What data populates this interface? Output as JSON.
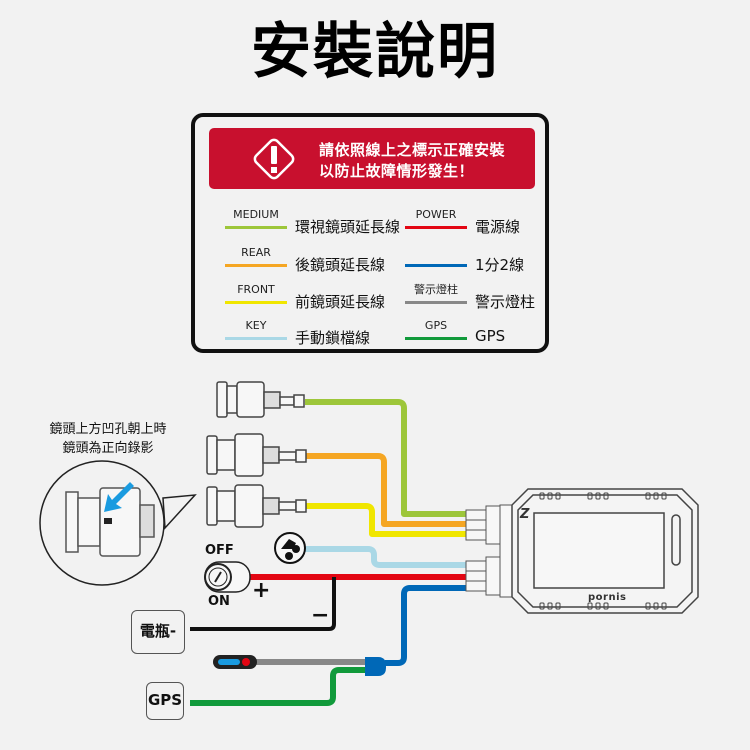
{
  "title": "安裝說明",
  "warning": {
    "icon": "warning-diamond-icon",
    "line1": "請依照線上之標示正確安裝",
    "line2": "以防止故障情形發生！",
    "color": "#c8102e"
  },
  "legend": [
    {
      "tag": "MEDIUM",
      "desc": "環視鏡頭延長線",
      "color": "#9dc63a"
    },
    {
      "tag": "POWER",
      "desc": "電源線",
      "color": "#e30613"
    },
    {
      "tag": "REAR",
      "desc": "後鏡頭延長線",
      "color": "#f5a623"
    },
    {
      "tag": "",
      "desc": "1分2線",
      "color": "#0068b7"
    },
    {
      "tag": "FRONT",
      "desc": "前鏡頭延長線",
      "color": "#f0e600"
    },
    {
      "tag": "警示燈柱",
      "desc": "警示燈柱",
      "color": "#888888"
    },
    {
      "tag": "KEY",
      "desc": "手動鎖檔線",
      "color": "#aad8e6"
    },
    {
      "tag": "GPS",
      "desc": "GPS",
      "color": "#119a3b"
    }
  ],
  "lens_note": {
    "line1": "鏡頭上方凹孔朝上時",
    "line2": "鏡頭為正向錄影"
  },
  "switch": {
    "off_label": "OFF",
    "on_label": "ON",
    "plus_sign": "+",
    "minus_sign": "−"
  },
  "battery_label": "電瓶-",
  "gps_label": "GPS",
  "device": {
    "brand": "pornis",
    "logo": "Z"
  }
}
